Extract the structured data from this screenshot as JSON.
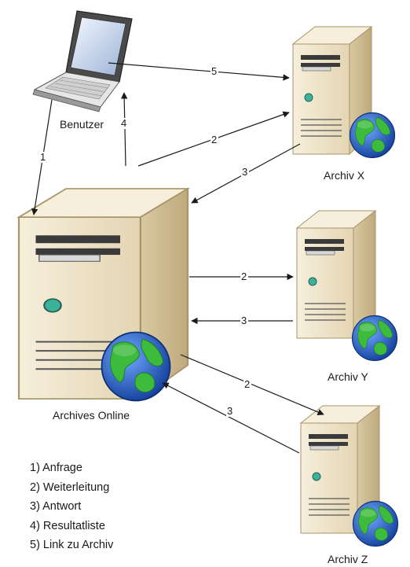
{
  "nodes": {
    "benutzer": {
      "label": "Benutzer",
      "icon": "laptop-icon"
    },
    "archives_online": {
      "label": "Archives Online",
      "icon": "server-globe-icon"
    },
    "archiv_x": {
      "label": "Archiv X",
      "icon": "server-globe-icon"
    },
    "archiv_y": {
      "label": "Archiv Y",
      "icon": "server-globe-icon"
    },
    "archiv_z": {
      "label": "Archiv Z",
      "icon": "server-globe-icon"
    }
  },
  "edges": {
    "e1_benutzer_to_online": "1",
    "e4_online_to_benutzer": "4",
    "e5_benutzer_to_x": "5",
    "e2_online_to_x": "2",
    "e3_x_to_online": "3",
    "e2_online_to_y": "2",
    "e3_y_to_online": "3",
    "e2_online_to_z": "2",
    "e3_z_to_online": "3"
  },
  "legend": [
    "1) Anfrage",
    "2) Weiterleitung",
    "3) Antwort",
    "4) Resultatliste",
    "5) Link zu Archiv"
  ],
  "colors": {
    "server_front": "#eee3c9",
    "server_side": "#d6c6a0",
    "server_top": "#f7efdc",
    "globe_ocean": "#1f5cc8",
    "globe_land": "#3dbb3d",
    "arrow": "#1a1a1a"
  }
}
